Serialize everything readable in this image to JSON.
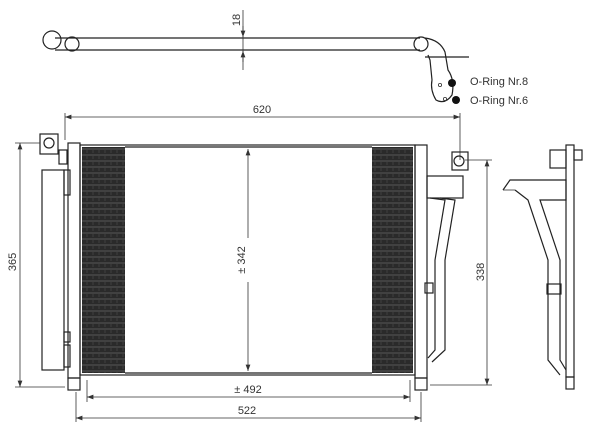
{
  "title": "Condenser technical drawing",
  "labels": {
    "oring_8": "O-Ring Nr.8",
    "oring_6": "O-Ring Nr.6"
  },
  "dimensions": {
    "pipe_diameter": "18",
    "overall_width": "620",
    "overall_height": "365",
    "core_height": "± 342",
    "bracket_height": "338",
    "core_width": "± 492",
    "tank_width": "522"
  },
  "colors": {
    "line": "#222222",
    "fin": "#2a2a2a",
    "background": "#ffffff"
  }
}
